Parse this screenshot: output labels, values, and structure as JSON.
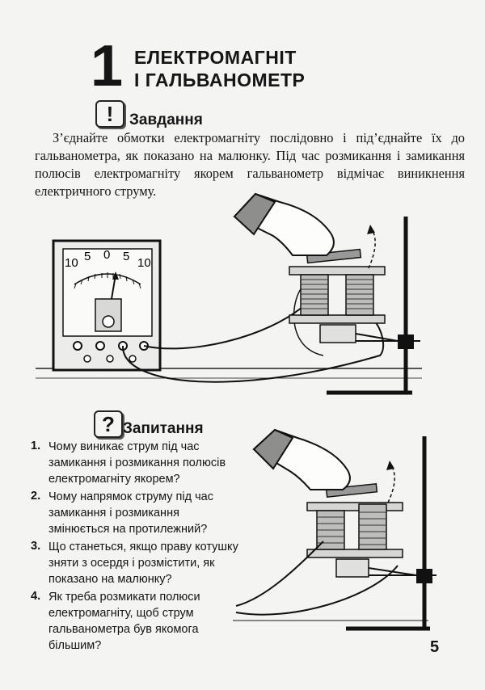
{
  "header": {
    "lesson_number": "1",
    "title_line1": "ЕЛЕКТРОМАГНІТ",
    "title_line2": "І ГАЛЬВАНОМЕТР"
  },
  "task": {
    "icon": "exclamation-icon",
    "icon_glyph": "!",
    "heading": "Завдання",
    "text": "З’єднайте обмотки електромагніту послідовно і під’єднайте їх до гальванометра, як показано на малюнку. Під час розмикання і замикання полюсів електромагніту якорем гальванометр відмічає виникнення електричного струму."
  },
  "galvanometer": {
    "scale_labels": [
      "10",
      "5",
      "0",
      "5",
      "10"
    ]
  },
  "questions": {
    "icon": "question-icon",
    "icon_glyph": "?",
    "heading": "Запитання",
    "items": [
      {
        "num": "1.",
        "text": "Чому виникає струм під час замикання і розмикання полюсів електромагніту якорем?"
      },
      {
        "num": "2.",
        "text": "Чому напрямок струму під час замикання і розмикання змінюється на протилежний?"
      },
      {
        "num": "3.",
        "text": "Що станеться, якщо праву котушку зняти з осердя і розмістити, як показано на малюнку?"
      },
      {
        "num": "4.",
        "text": "Як треба розмикати полюси електромагніту, щоб струм гальванометра був якомога більшим?"
      }
    ]
  },
  "footer": {
    "page_number": "5"
  }
}
